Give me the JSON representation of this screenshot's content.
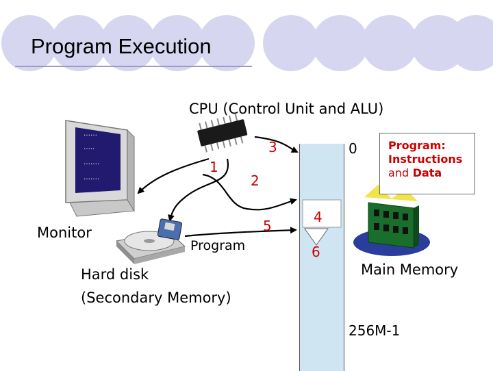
{
  "title": "Program Execution",
  "cpu_label": "CPU (Control Unit and ALU)",
  "monitor_label": "Monitor",
  "program_label": "Program",
  "hard_disk_label_line1": "Hard disk",
  "hard_disk_label_line2": "(Secondary Memory)",
  "main_memory_label": "Main Memory",
  "memory_top_address": "0",
  "memory_bottom_address": "256M-1",
  "steps": [
    "1",
    "2",
    "3",
    "4",
    "5",
    "6"
  ],
  "callout": {
    "line1": "Program:",
    "line2": "Instructions",
    "line3_and": "and",
    "line3_data": "Data"
  },
  "screen_lines": [
    "……",
    "…..",
    "…….",
    "……."
  ],
  "icons": [
    "cpu-chip-icon",
    "monitor-icon",
    "hard-disk-icon",
    "memory-module-icon"
  ],
  "colors": {
    "accent_circle": "#d6d6f0",
    "step_number": "#cc0000",
    "memory_bar": "#cfe6f2"
  }
}
